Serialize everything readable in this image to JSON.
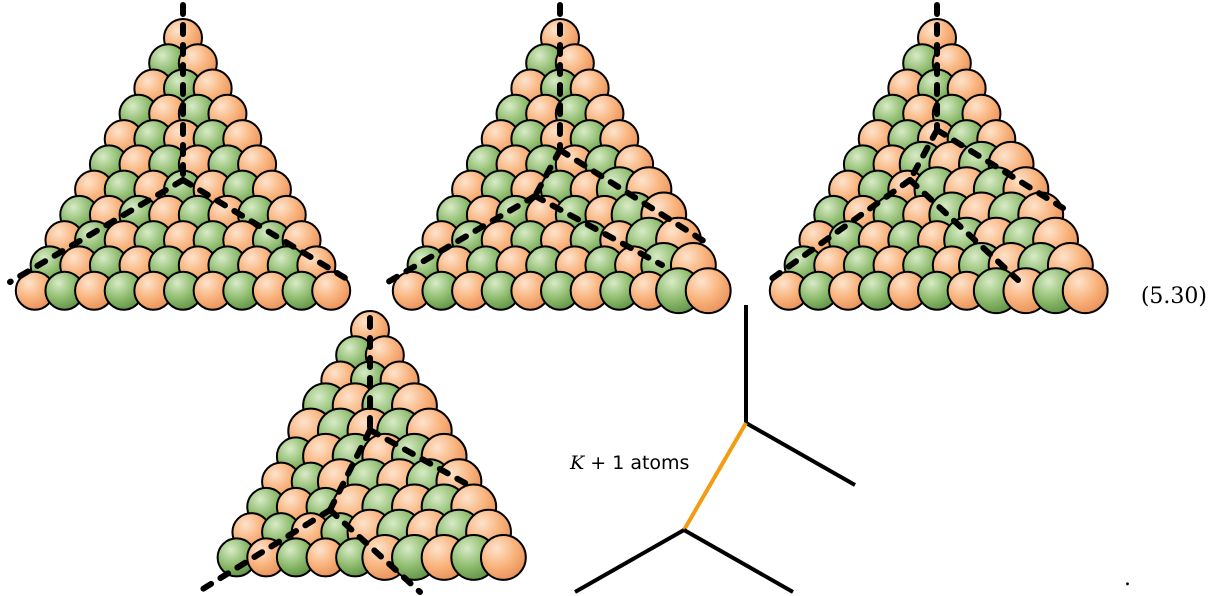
{
  "equation_number": "(5.30)",
  "period": ".",
  "label": {
    "variable": "K",
    "rest": " + 1 atoms"
  },
  "colors": {
    "orange_atom": "#f9b37c",
    "green_atom": "#8fbc6e",
    "outline": "#000000",
    "highlight_edge": "#f39c12"
  },
  "panels": [
    {
      "id": "panel-1"
    },
    {
      "id": "panel-2"
    },
    {
      "id": "panel-3"
    },
    {
      "id": "panel-4"
    },
    {
      "id": "panel-5"
    }
  ]
}
